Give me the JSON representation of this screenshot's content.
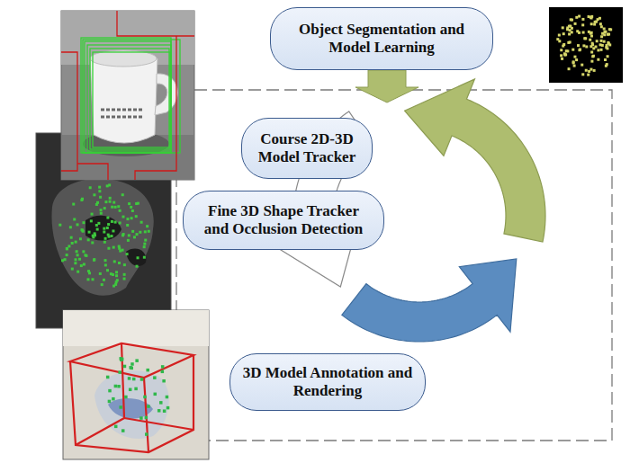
{
  "diagram": {
    "nodes": [
      {
        "text": [
          "Object Segmentation and Model Learning"
        ]
      },
      {
        "text": [
          "Course 2D-3D Model Tracker"
        ]
      },
      {
        "text": [
          "Fine 3D Shape Tracker and Occlusion Detection"
        ]
      },
      {
        "text": [
          "3D Model Annotation and Rendering"
        ]
      }
    ]
  }
}
